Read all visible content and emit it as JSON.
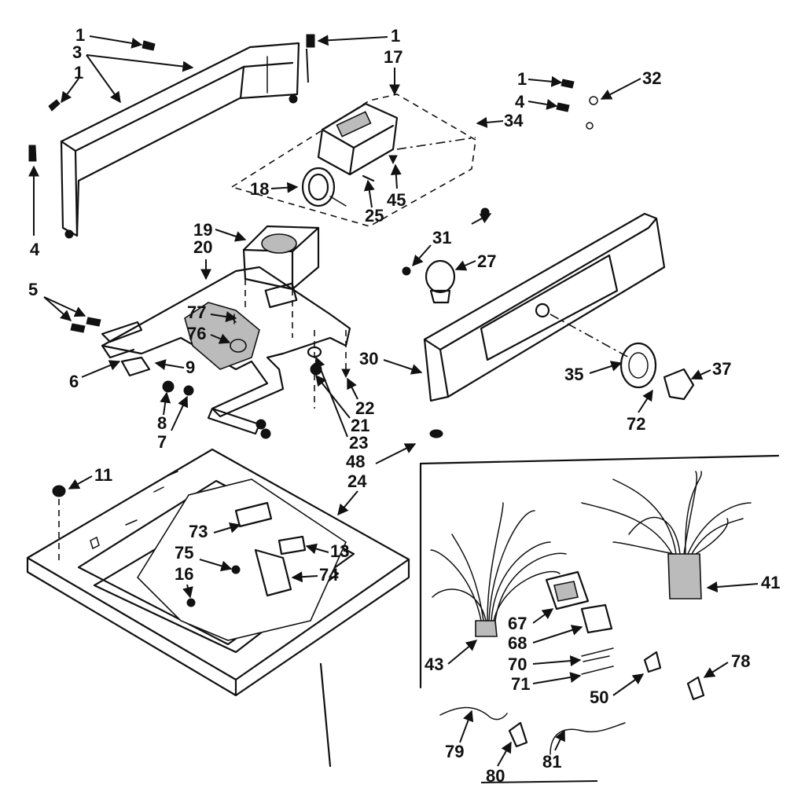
{
  "callouts": [
    "1",
    "3",
    "1",
    "4",
    "1",
    "17",
    "1",
    "4",
    "32",
    "34",
    "18",
    "25",
    "45",
    "19",
    "20",
    "31",
    "27",
    "5",
    "77",
    "76",
    "9",
    "6",
    "8",
    "7",
    "22",
    "21",
    "23",
    "30",
    "35",
    "37",
    "72",
    "48",
    "24",
    "11",
    "73",
    "13",
    "75",
    "74",
    "16",
    "41",
    "43",
    "67",
    "68",
    "70",
    "71",
    "50",
    "78",
    "79",
    "80",
    "81"
  ]
}
